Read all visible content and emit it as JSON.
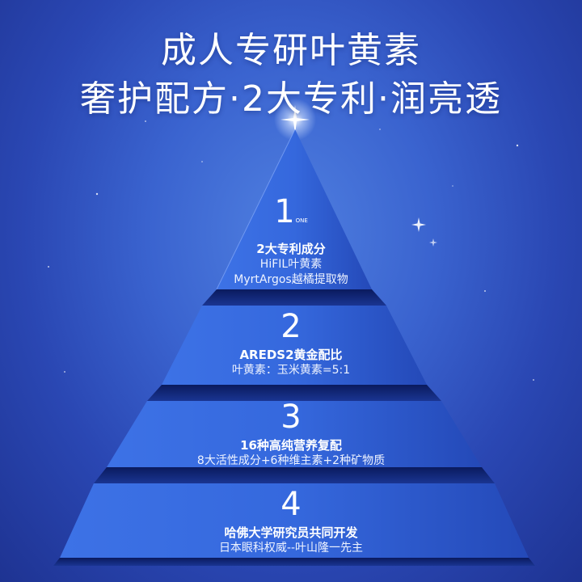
{
  "headline": {
    "line1": "成人专研叶黄素",
    "line2": "奢护配方·2大专利·润亮透"
  },
  "tiers": [
    {
      "number": "1",
      "number_caption": "ONE",
      "title": "2大专利成分",
      "subtitle": [
        "HiFIL叶黄素",
        "MyrtArgos越橘提取物"
      ]
    },
    {
      "number": "2",
      "title": "AREDS2黄金配比",
      "subtitle": [
        "叶黄素：玉米黄素=5:1"
      ]
    },
    {
      "number": "3",
      "title": "16种高纯营养复配",
      "subtitle": [
        "8大活性成分+6种维主素+2种矿物质"
      ]
    },
    {
      "number": "4",
      "title": "哈佛大学研究员共同开发",
      "subtitle": [
        "日本眼科权威--叶山隆一先主"
      ]
    }
  ],
  "colors": {
    "background": "#3a63cf",
    "tier_face": "#2f5fd6",
    "tier_shadow": "#0d1f6b",
    "text": "#ffffff"
  }
}
